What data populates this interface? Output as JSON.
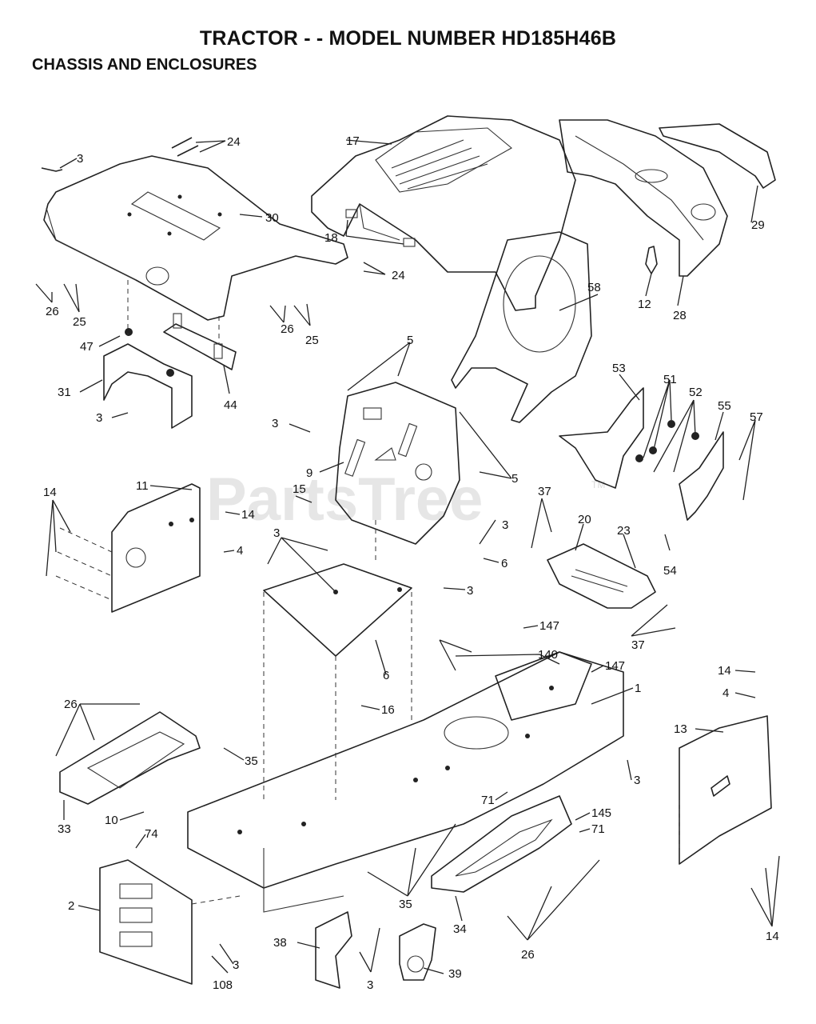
{
  "title": "TRACTOR - - MODEL NUMBER HD185H46B",
  "subtitle": "CHASSIS AND ENCLOSURES",
  "watermark": {
    "text": "PartsTree",
    "tm": "TM"
  },
  "callouts": [
    "3",
    "24",
    "30",
    "17",
    "18",
    "24",
    "29",
    "12",
    "28",
    "26",
    "25",
    "26",
    "25",
    "47",
    "31",
    "44",
    "3",
    "58",
    "5",
    "3",
    "9",
    "5",
    "53",
    "51",
    "52",
    "55",
    "57",
    "11",
    "14",
    "15",
    "14",
    "4",
    "37",
    "20",
    "23",
    "54",
    "3",
    "3",
    "6",
    "3",
    "37",
    "6",
    "16",
    "147",
    "140",
    "147",
    "1",
    "14",
    "4",
    "13",
    "26",
    "35",
    "33",
    "10",
    "74",
    "2",
    "3",
    "108",
    "71",
    "145",
    "71",
    "35",
    "34",
    "26",
    "38",
    "3",
    "39",
    "14",
    "3"
  ]
}
